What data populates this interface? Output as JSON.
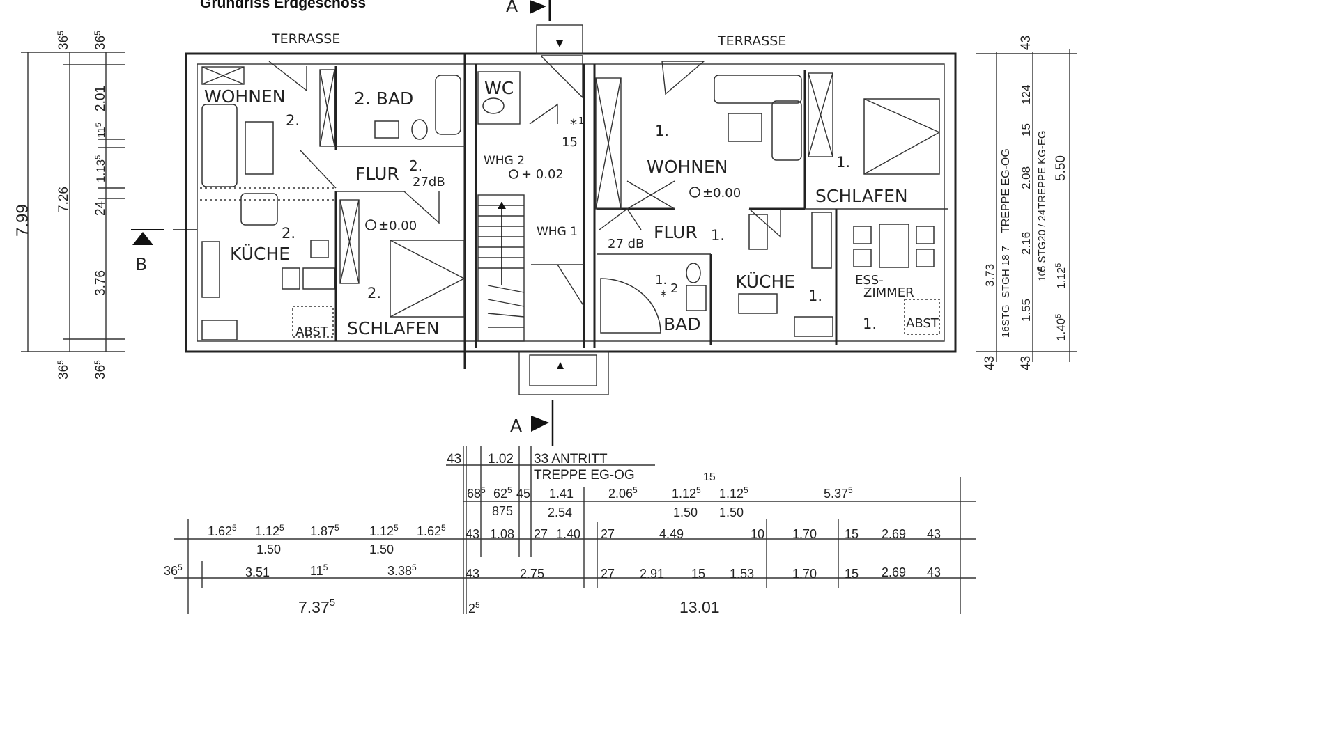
{
  "title": "Grundriss Erdgeschoss",
  "section_marks": {
    "a_top": "A",
    "a_bottom": "A",
    "b": "B"
  },
  "terraces": {
    "left": "TERRASSE",
    "right": "TERRASSE"
  },
  "apartment_2": {
    "wohnen": "WOHNEN",
    "wohnen_num": "2.",
    "bad": "2. BAD",
    "flur": "FLUR",
    "flur_num": "2.",
    "flur_db": "27dB",
    "kueche": "KÜCHE",
    "kueche_num": "2.",
    "level": "±0.00",
    "schlafen": "SCHLAFEN",
    "schlafen_num": "2.",
    "abst": "ABST"
  },
  "stair_core": {
    "wc": "WC",
    "whg2": "WHG 2",
    "whg2_level": "+ 0.02",
    "whg1": "WHG 1",
    "star_note": "1",
    "step_15": "15"
  },
  "apartment_1": {
    "wohnen": "WOHNEN",
    "wohnen_num": "1.",
    "level": "±0.00",
    "schlafen": "SCHLAFEN",
    "schlafen_num": "1.",
    "flur": "FLUR",
    "flur_num": "1.",
    "flur_db": "27 dB",
    "bad": "BAD",
    "bad_num": "1.",
    "bad_star": "2",
    "kueche": "KÜCHE",
    "kueche_num": "1.",
    "ess": "ESS-",
    "zimmer": "ZIMMER",
    "ess_num": "1.",
    "abst": "ABST"
  },
  "left_dims": {
    "total": "7.99",
    "inner": "7.26",
    "top1": "36",
    "top1_sup": "5",
    "top2": "36",
    "top2_sup": "5",
    "d1": "2.01",
    "d2": "11",
    "d2_sup": "5",
    "d3": "1.13",
    "d3_sup": "5",
    "d4": "24",
    "d5": "3.76",
    "bot1": "36",
    "bot1_sup": "5",
    "bot2": "36",
    "bot2_sup": "5"
  },
  "right_dims": {
    "top": "43",
    "d124": "124",
    "d15": "15",
    "d208": "2.08",
    "d216": "2.16",
    "d155": "1.55",
    "d140": "1.40",
    "d140_sup": "5",
    "d373": "3.73",
    "d550": "5.50",
    "d112": "1.12",
    "d112_sup": "5",
    "d10": "10",
    "d10_sup": "5",
    "bot1": "43",
    "bot2": "43",
    "treppe_eg_og": "TREPPE EG-OG",
    "treppe_kg_eg": "TREPPE KG-EG",
    "stgh": "STGH 18 7",
    "stg16": "16STG",
    "stg20": "5 STG20 / 24"
  },
  "bottom_dims": {
    "row0": {
      "d43": "43",
      "d102": "1.02",
      "antritt": "33 ANTRITT",
      "treppe": "TREPPE EG-OG"
    },
    "row1": {
      "d68": "68",
      "d68_sup": "5",
      "d62": "62",
      "d62_sup": "5",
      "d45": "45",
      "d141": "1.41",
      "d206": "2.06",
      "d206_sup": "5",
      "d112a": "1.12",
      "d112a_sup": "5",
      "d15": "15",
      "d112b": "1.12",
      "d112b_sup": "5",
      "d537": "5.37",
      "d537_sup": "5",
      "d875": "875",
      "d254": "2.54",
      "d150a": "1.50",
      "d150b": "1.50"
    },
    "row2": {
      "d1625a": "1.62",
      "d1625a_sup": "5",
      "d1125a": "1.12",
      "d1125a_sup": "5",
      "d1875": "1.87",
      "d1875_sup": "5",
      "d1125b": "1.12",
      "d1125b_sup": "5",
      "d1625b": "1.62",
      "d1625b_sup": "5",
      "d150a": "1.50",
      "d150b": "1.50",
      "d43": "43",
      "d108": "1.08",
      "d27a": "27",
      "d140": "1.40",
      "d27b": "27",
      "d449": "4.49",
      "d10": "10",
      "d170": "1.70",
      "d15": "15",
      "d269": "2.69",
      "d43b": "43"
    },
    "row3": {
      "d365": "36",
      "d365_sup": "5",
      "d351": "3.51",
      "d115": "11",
      "d115_sup": "5",
      "d3385": "3.38",
      "d3385_sup": "5",
      "d43": "43",
      "d275": "2.75",
      "d27": "27",
      "d291": "2.91",
      "d15": "15",
      "d153": "1.53",
      "d170": "1.70",
      "d15b": "15",
      "d269": "2.69",
      "d43b": "43"
    },
    "row4": {
      "d7375": "7.37",
      "d7375_sup": "5",
      "d25": "2",
      "d25_sup": "5",
      "d1301": "13.01"
    }
  }
}
